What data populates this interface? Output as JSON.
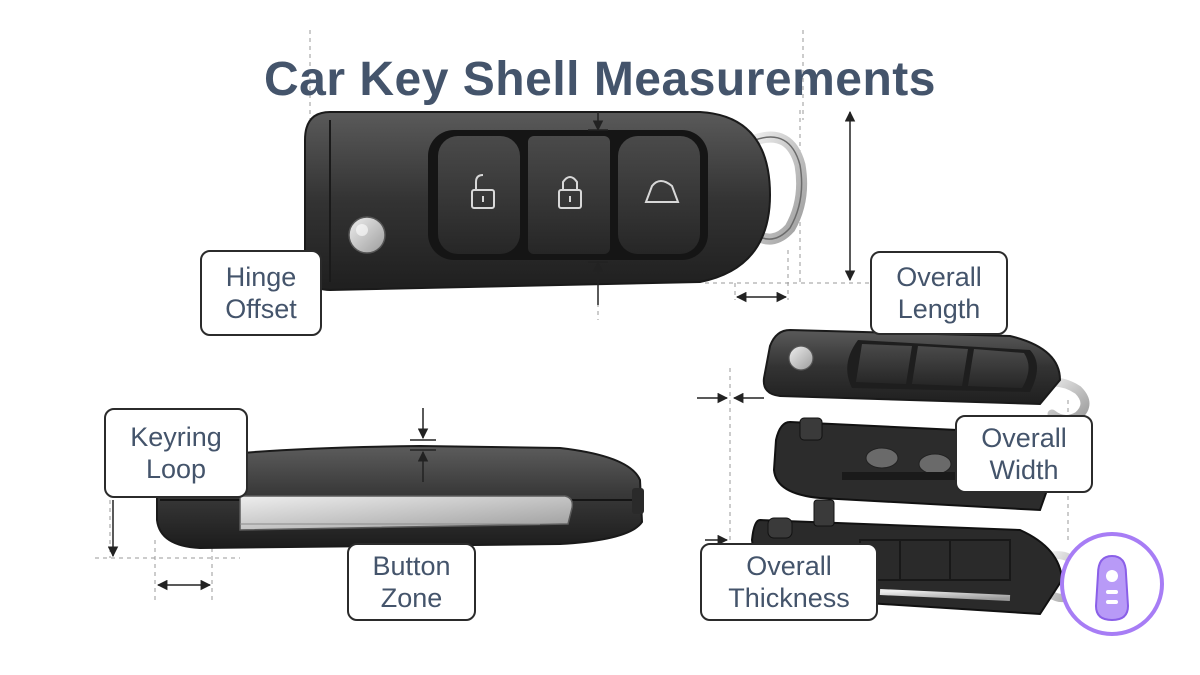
{
  "title": "Car Key Shell Measurements",
  "callouts": {
    "hinge_offset": [
      "Hinge",
      "Offset"
    ],
    "overall_length": [
      "Overall",
      "Length"
    ],
    "keyring_loop": [
      "Keyring",
      "Loop"
    ],
    "button_zone": [
      "Button",
      "Zone"
    ],
    "overall_width": [
      "Overall",
      "Width"
    ],
    "overall_thickness": [
      "Overall",
      "Thickness"
    ]
  },
  "icons": {
    "top_view": "car-key-top-view",
    "side_view": "car-key-side-view",
    "exploded_view": "car-key-exploded-view",
    "brand": "key-fob-logo-icon",
    "unlock_button": "unlock-padlock-icon",
    "lock_button": "lock-padlock-icon",
    "trunk_button": "car-trunk-icon"
  },
  "colors": {
    "title": "#44546b",
    "label_text": "#44546b",
    "key_body": "#3a3a3a",
    "key_metal": "#c9c9c9",
    "logo_accent": "#9b6ff2"
  }
}
